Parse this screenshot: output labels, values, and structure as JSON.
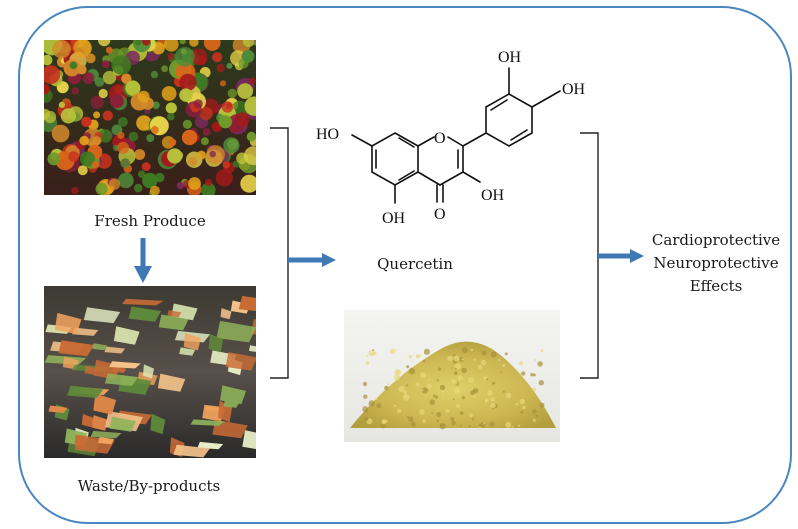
{
  "captions": {
    "fresh_produce": "Fresh Produce",
    "waste": "Waste/By-products",
    "quercetin": "Quercetin",
    "effects": [
      "Cardioprotective",
      "Neuroprotective",
      "Effects"
    ]
  },
  "molecule_labels": {
    "oh_top": "OH",
    "oh_right": "OH",
    "ho_left": "HO",
    "ring_o": "O",
    "oh_3": "OH",
    "oh_5": "OH",
    "carbonyl_o": "O"
  },
  "colors": {
    "frame": "#4a86c0",
    "arrow": "#3f79b5",
    "bracket": "#222222"
  }
}
